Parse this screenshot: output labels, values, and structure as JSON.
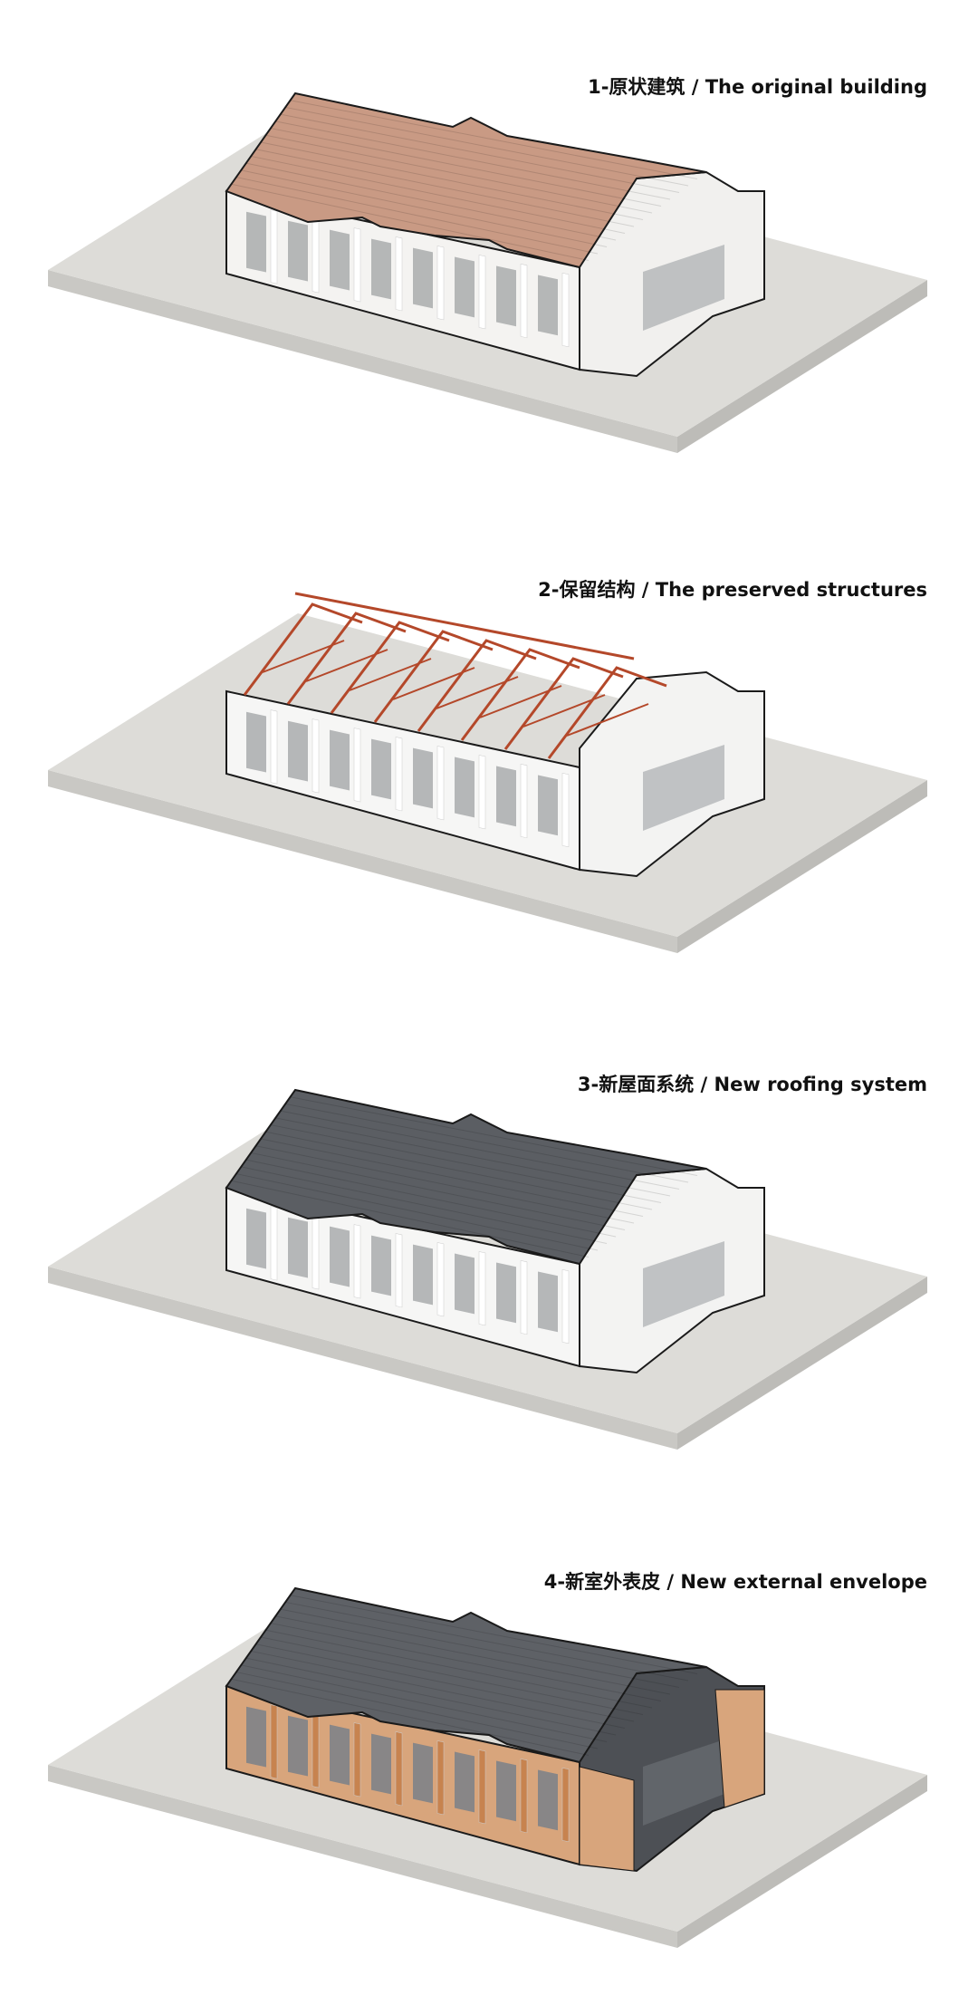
{
  "panels": [
    {
      "title": "1-原状建筑 / The original building",
      "stage": "original",
      "roof_color": "#c99a84",
      "facade_color": "#f4f3f1",
      "wing_color": "#f1f0ee"
    },
    {
      "title": "2-保留结构 / The preserved structures",
      "stage": "preserved",
      "roof_color": "#b4482a",
      "facade_color": "#f6f6f5",
      "wing_color": "#f3f3f2"
    },
    {
      "title": "3-新屋面系统 / New roofing system",
      "stage": "new-roof",
      "roof_color": "#5b5e63",
      "facade_color": "#f6f6f5",
      "wing_color": "#f3f3f2"
    },
    {
      "title": "4-新室外表皮 / New external envelope",
      "stage": "new-envelope",
      "roof_color": "#5e6166",
      "facade_color": "#d8a57c",
      "wing_color": "#4d5055"
    }
  ],
  "colors": {
    "slab_top": "#dddcd8",
    "slab_side": "#c9c8c4",
    "outline": "#1a1a1a",
    "window": "#9a9c9e"
  }
}
